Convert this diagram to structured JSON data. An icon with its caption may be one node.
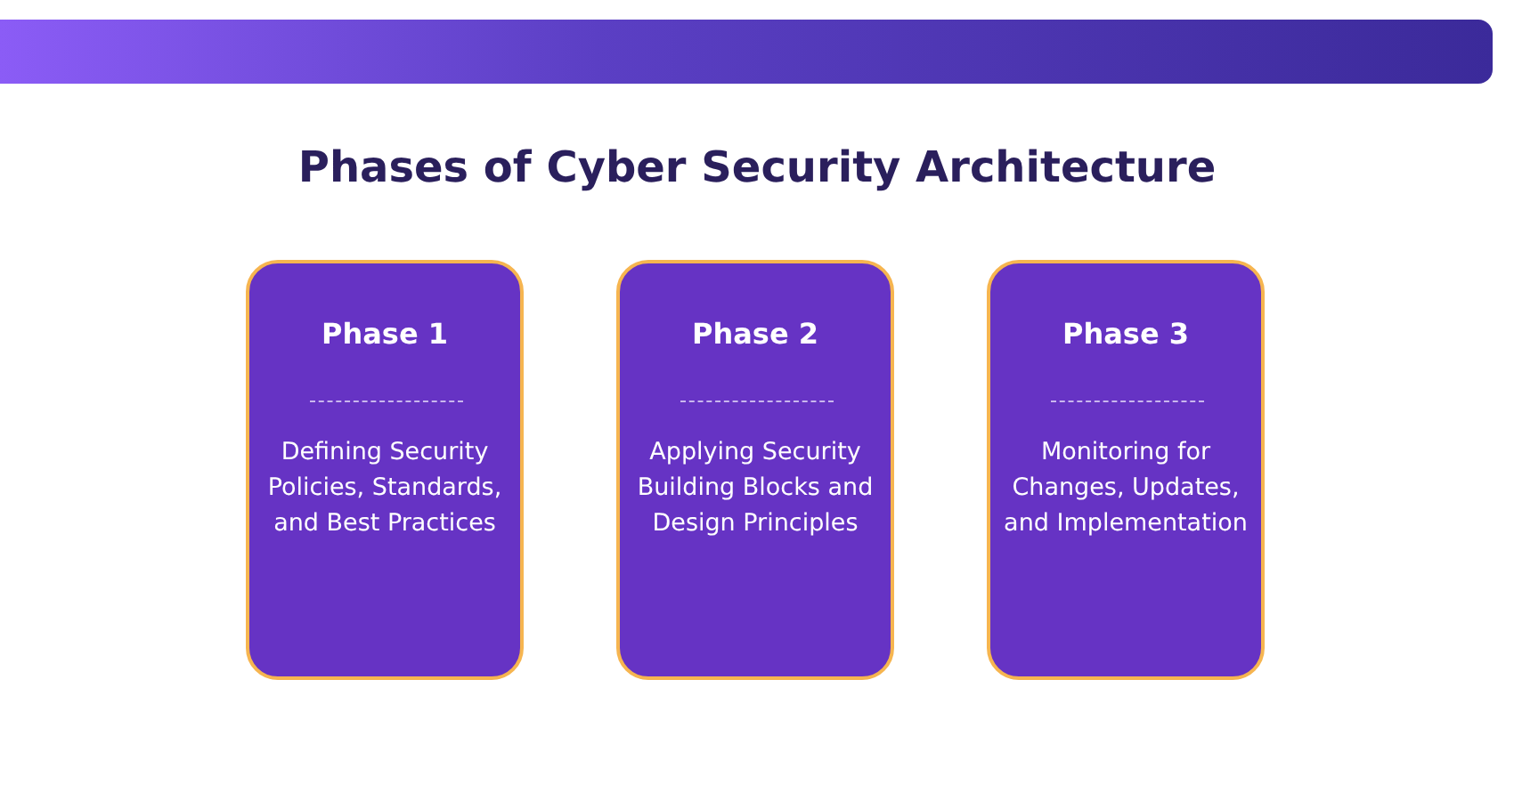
{
  "diagram": {
    "title": "Phases of Cyber Security Architecture",
    "nodes": [
      {
        "text": [
          "Phase 1",
          "Defining Security Policies, Standards, and Best Practices"
        ]
      },
      {
        "text": [
          "Phase 2",
          "Applying Security Building Blocks and Design Principles"
        ]
      },
      {
        "text": [
          "Phase 3",
          "Monitoring for Changes, Updates, and Implementation"
        ]
      }
    ]
  }
}
